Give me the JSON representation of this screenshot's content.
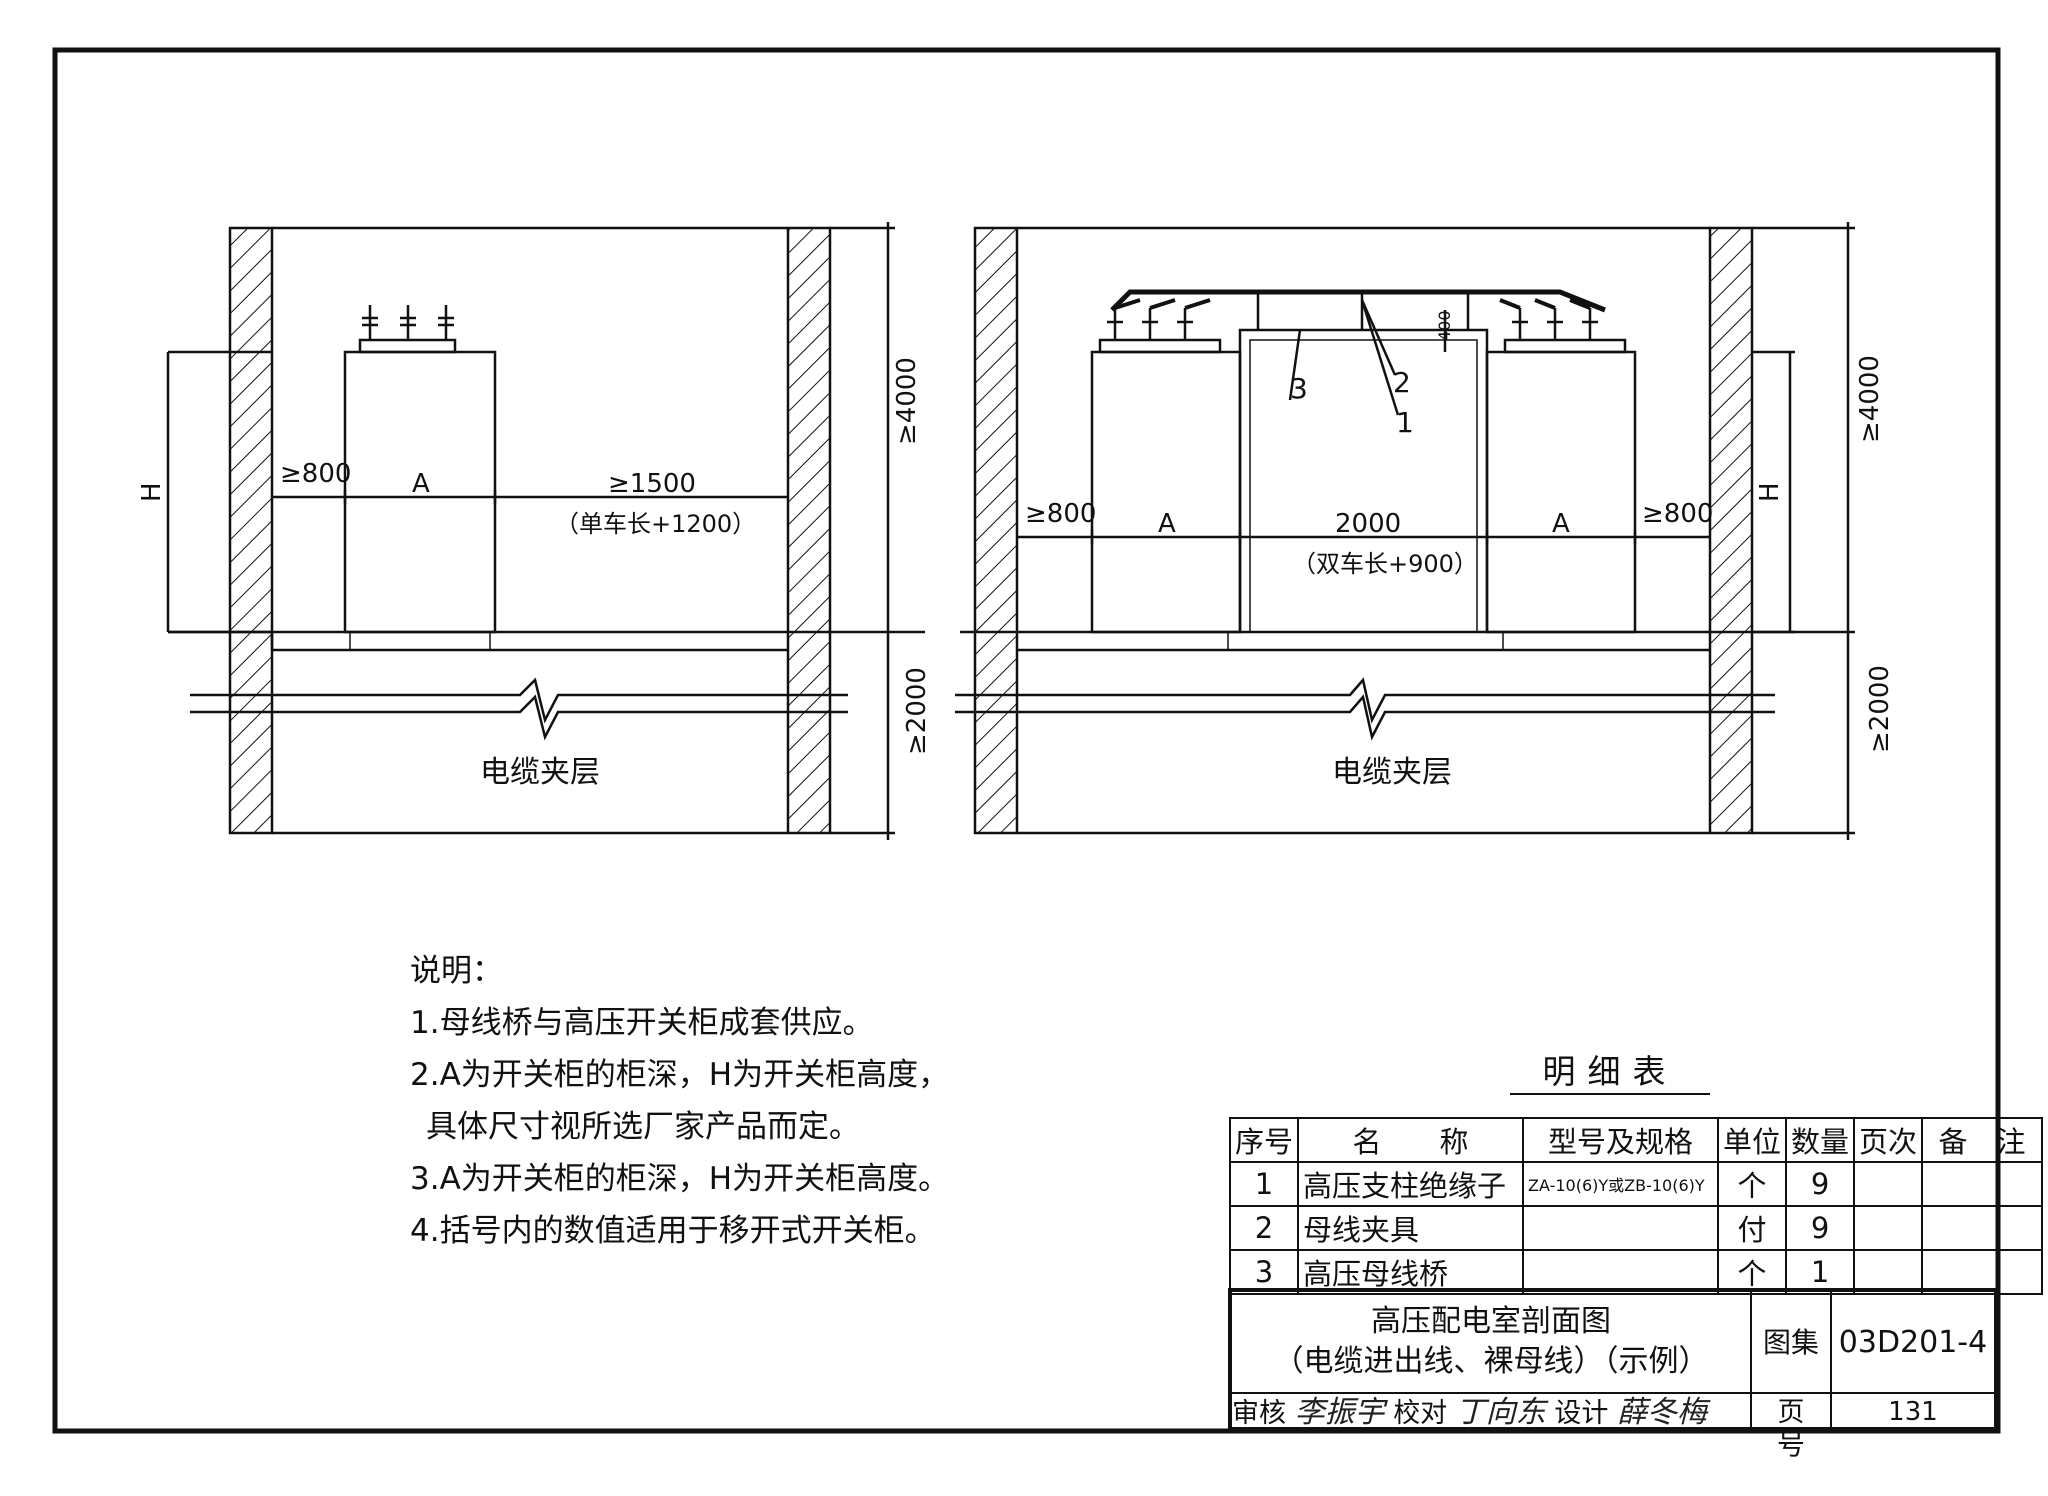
{
  "left_diagram": {
    "label_H": "H",
    "label_clear_left": "≥800",
    "label_A": "A",
    "label_clear_right": "≥1500",
    "label_clear_note": "（单车长+1200）",
    "label_height_total": "≥4000",
    "label_height_basement": "≥2000",
    "label_basement": "电缆夹层"
  },
  "right_diagram": {
    "label_H": "H",
    "label_clear_left": "≥800",
    "label_A_left": "A",
    "label_center": "2000",
    "label_center_note": "（双车长+900）",
    "label_A_right": "A",
    "label_clear_right": "≥800",
    "label_bus_height": "400",
    "label_height_total": "≥4000",
    "label_height_basement": "≥2000",
    "label_basement": "电缆夹层",
    "callout_1": "1",
    "callout_2": "2",
    "callout_3": "3"
  },
  "notes": {
    "title": "说明：",
    "items": [
      "1.母线桥与高压开关柜成套供应。",
      "2.A为开关柜的柜深，H为开关柜高度，",
      "  具体尺寸视所选厂家产品而定。",
      "3.A为开关柜的柜深，H为开关柜高度。",
      "4.括号内的数值适用于移开式开关柜。"
    ]
  },
  "parts_list": {
    "title": "明细表",
    "headers": [
      "序号",
      "名　　称",
      "型号及规格",
      "单位",
      "数量",
      "页次",
      "备　注"
    ],
    "rows": [
      [
        "1",
        "高压支柱绝缘子",
        "ZA-10(6)Y或ZB-10(6)Y",
        "个",
        "9",
        "",
        ""
      ],
      [
        "2",
        "母线夹具",
        "",
        "付",
        "9",
        "",
        ""
      ],
      [
        "3",
        "高压母线桥",
        "",
        "个",
        "1",
        "",
        ""
      ]
    ]
  },
  "title_block": {
    "title_line1": "高压配电室剖面图",
    "title_line2": "（电缆进出线、裸母线）（示例）",
    "atlas_label": "图集号",
    "atlas_no": "03D201-4",
    "review_label": "审核",
    "review_sig": "李振宇",
    "check_label": "校对",
    "check_sig": "丁向东",
    "design_label": "设计",
    "design_sig": "薛冬梅",
    "page_label": "页",
    "page_no": "131"
  }
}
